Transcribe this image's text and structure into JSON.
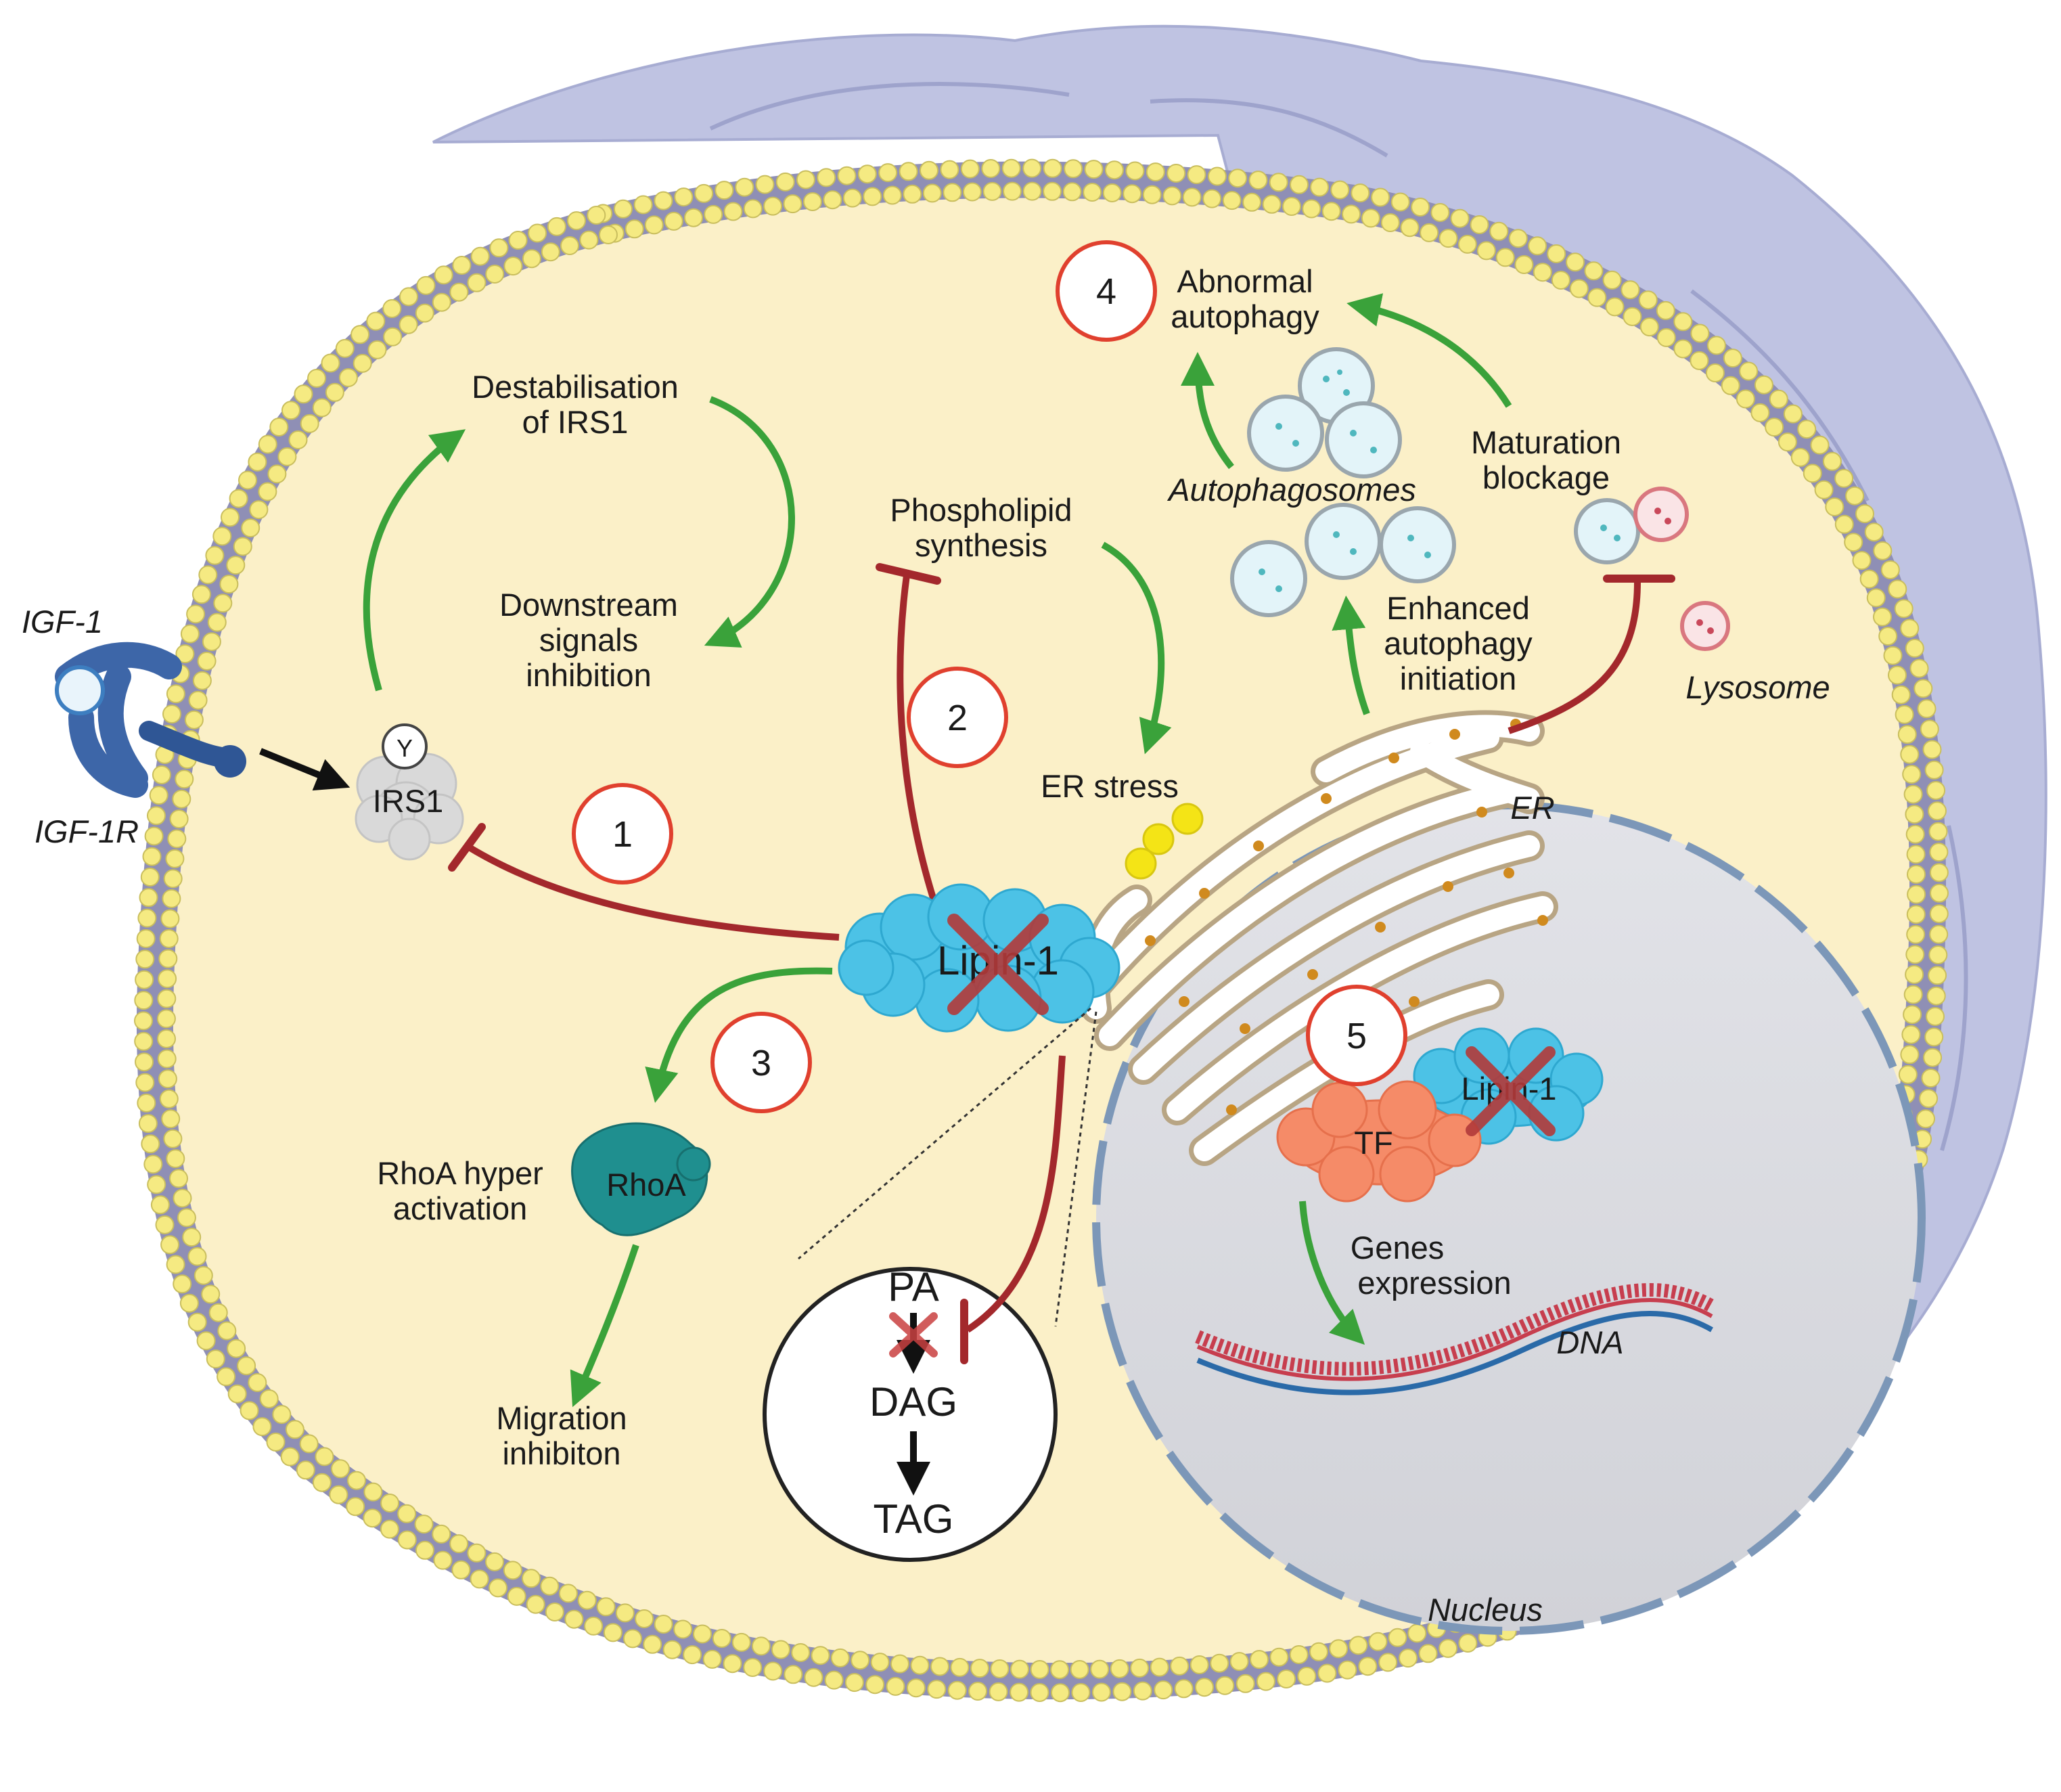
{
  "labels": {
    "igf1": "IGF-1",
    "igf1r": "IGF-1R",
    "irs1": "IRS1",
    "y": "Y",
    "destab_1": "Destabilisation",
    "destab_2": "of IRS1",
    "down_1": "Downstream",
    "down_2": "signals",
    "down_3": "inhibition",
    "phospho_1": "Phospholipid",
    "phospho_2": "synthesis",
    "er_stress": "ER stress",
    "er": "ER",
    "abn_1": "Abnormal",
    "abn_2": "autophagy",
    "autophagosomes": "Autophagosomes",
    "mat_1": "Maturation",
    "mat_2": "blockage",
    "enh_1": "Enhanced",
    "enh_2": "autophagy",
    "enh_3": "initiation",
    "lysosome": "Lysosome",
    "lipin1": "Lipin-1",
    "lipin1_nuc": "Lipin-1",
    "tf": "TF",
    "genes_1": "Genes",
    "genes_2": "expression",
    "dna": "DNA",
    "nucleus": "Nucleus",
    "rhoa": "RhoA",
    "rhoa_act_1": "RhoA hyper",
    "rhoa_act_2": "activation",
    "migr_1": "Migration",
    "migr_2": "inhibiton",
    "pa": "PA",
    "dag": "DAG",
    "tag": "TAG"
  },
  "steps": [
    "1",
    "2",
    "3",
    "4",
    "5"
  ],
  "colors": {
    "cytoplasm": "#fbf0c8",
    "membrane_dot": "#f5ea82",
    "membrane_band": "#8f8fb5",
    "background_cell": "#bfc3e2",
    "nucleus": "#d9dae0",
    "lipin": "#4cc2e6",
    "tf": "#f58b68",
    "rhoa": "#1f8f8f",
    "activation_arrow": "#3aa23a",
    "inhibition_arrow": "#a3282c",
    "step_circle": "#e0402e"
  }
}
